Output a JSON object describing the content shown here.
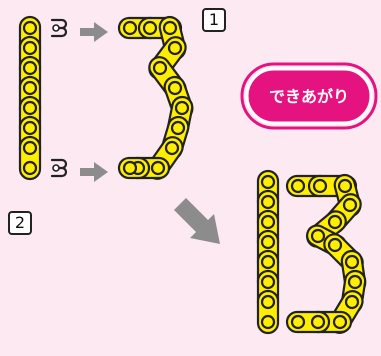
{
  "steps": {
    "first": "1",
    "second": "2"
  },
  "badge": {
    "label": "できあがり"
  },
  "colors": {
    "background": "#fce9f2",
    "link_fill": "#ffee00",
    "link_stroke": "#222222",
    "arrow": "#8c8c8c",
    "badge_fill": "#e5137f",
    "badge_ring": "#ffffff"
  },
  "icons": [
    "chain-link-icon",
    "open-clip-icon",
    "arrow-right-icon",
    "arrow-down-right-icon"
  ]
}
